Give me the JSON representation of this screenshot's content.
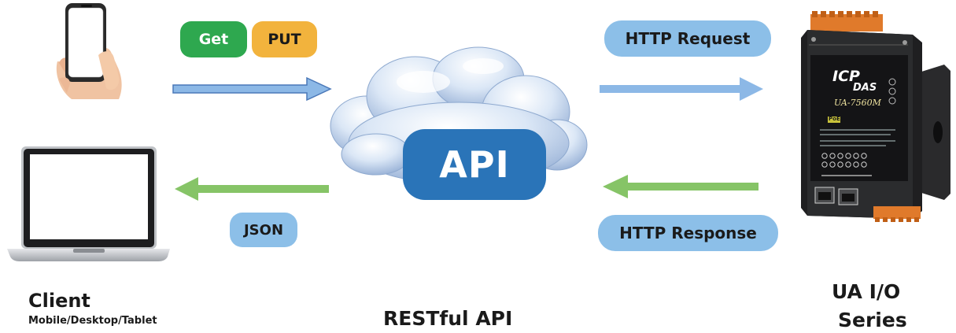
{
  "methods": {
    "get": "Get",
    "put": "PUT"
  },
  "messages": {
    "http_request": "HTTP Request",
    "json": "JSON",
    "http_response": "HTTP Response"
  },
  "api": {
    "label": "API",
    "caption": "RESTful API"
  },
  "client": {
    "title": "Client",
    "subtitle": "Mobile/Desktop/Tablet"
  },
  "device": {
    "title_line1": "UA I/O",
    "title_line2": "Series",
    "logo_line1": "ICP",
    "logo_line2": "DAS",
    "model": "UA-7560M",
    "badge": "PoE"
  },
  "colors": {
    "get": "#2ea84f",
    "put": "#f2b33d",
    "pill_blue": "#8cbfe8",
    "api_box": "#2a74b8",
    "arrow_blue": "#8cb8e6",
    "arrow_green": "#86c467"
  },
  "icons": [
    "smartphone-in-hand-icon",
    "laptop-icon",
    "cloud-icon",
    "io-module-device-icon"
  ]
}
